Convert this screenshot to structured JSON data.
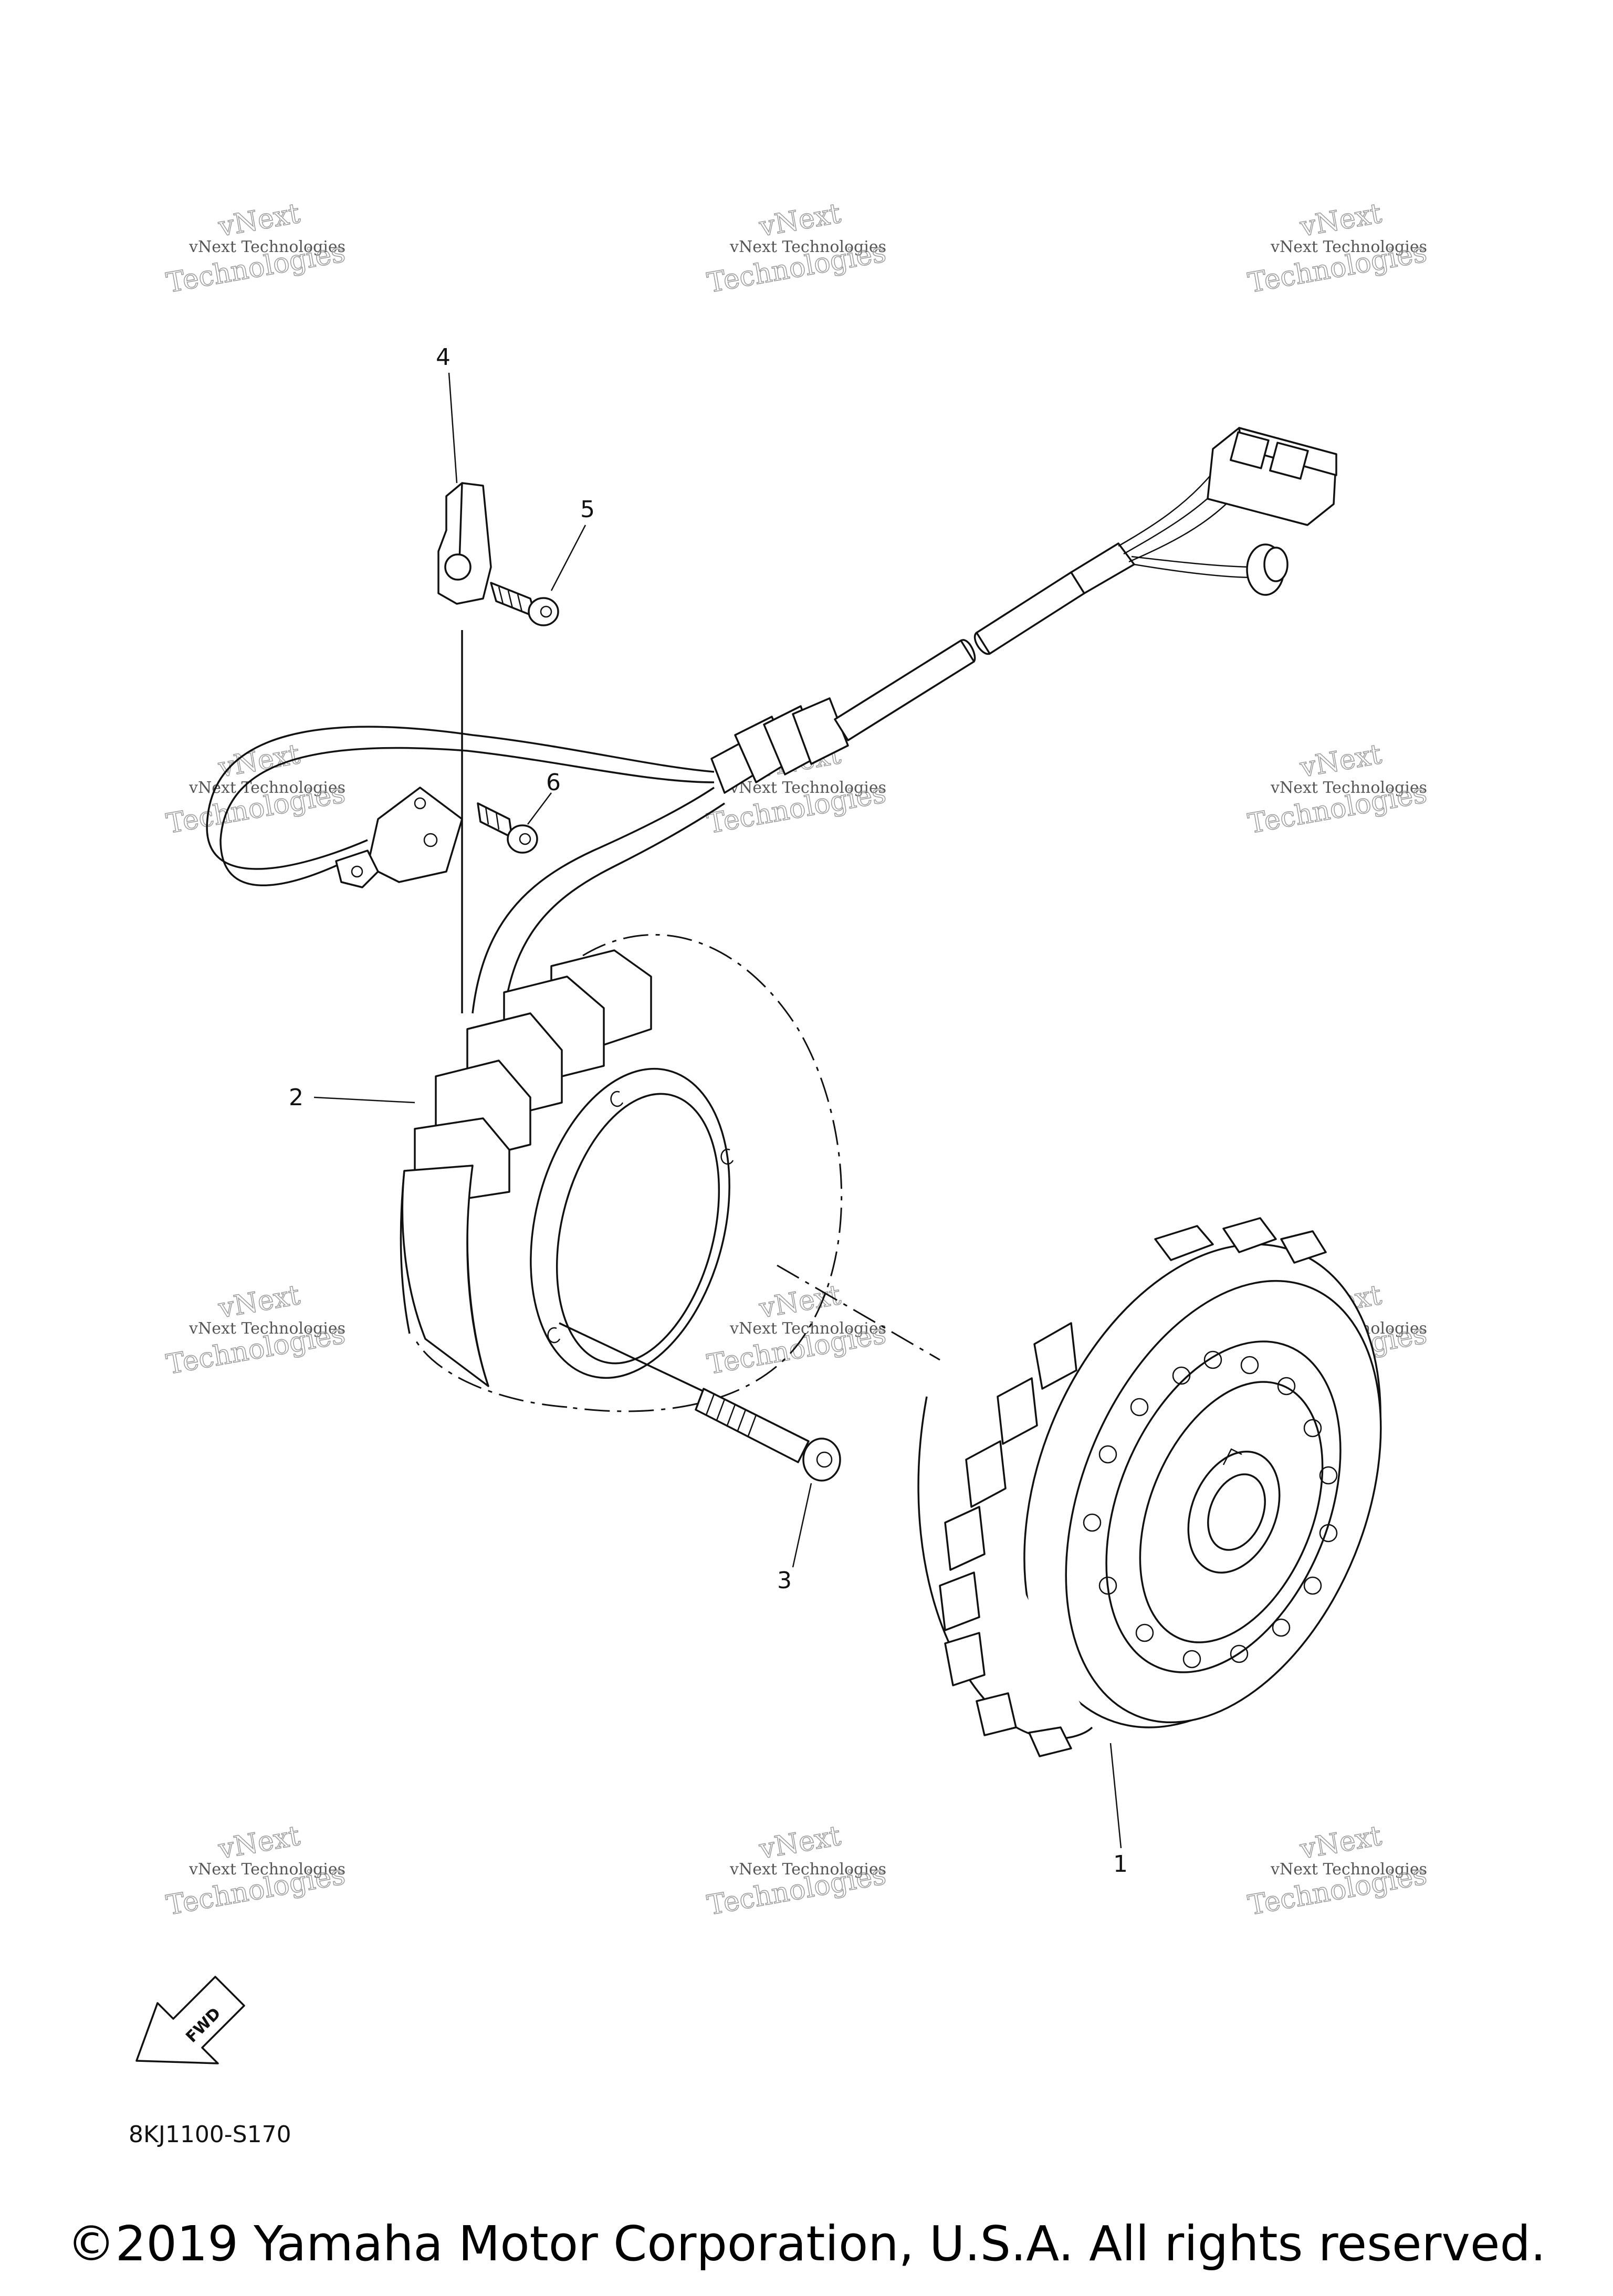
{
  "watermark": {
    "line1": "vNext Technologies",
    "line2": "Technologies",
    "stamp": "vNext"
  },
  "callouts": [
    "1",
    "2",
    "3",
    "4",
    "5",
    "6"
  ],
  "fwd_label": "FWD",
  "diagram_code": "8KJ1100-S170",
  "copyright": "©2019 Yamaha Motor Corporation, U.S.A. All rights reserved."
}
